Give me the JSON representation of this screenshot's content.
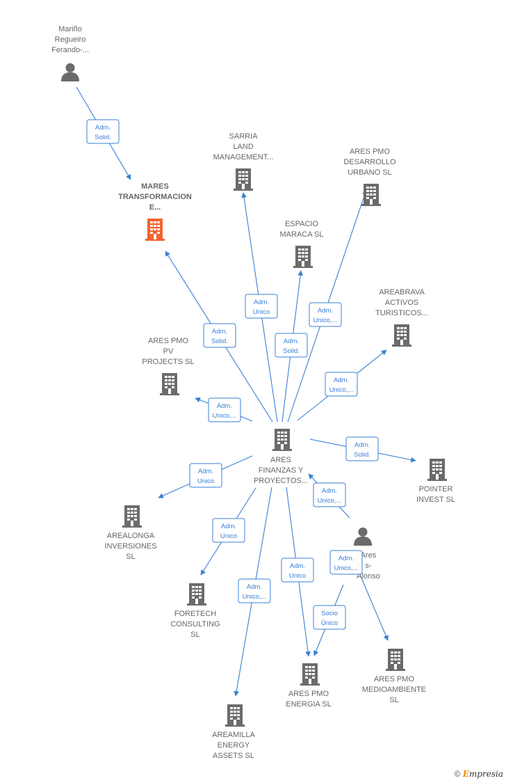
{
  "colors": {
    "edge": "#3a7fd5",
    "company": "#6b6b6b",
    "focus_company": "#f26430",
    "person": "#6b6b6b"
  },
  "nodes": [
    {
      "id": "marino",
      "kind": "person",
      "lines": [
        "Mariño",
        "Regueiro",
        "Ferando-..."
      ]
    },
    {
      "id": "mares",
      "kind": "company-focus",
      "lines": [
        "MARES",
        "TRANSFORMACION",
        "E..."
      ]
    },
    {
      "id": "sarria",
      "kind": "company",
      "lines": [
        "SARRIA",
        "LAND",
        "MANAGEMENT..."
      ]
    },
    {
      "id": "desarrollo",
      "kind": "company",
      "lines": [
        "ARES PMO",
        "DESARROLLO",
        "URBANO  SL"
      ]
    },
    {
      "id": "espacio",
      "kind": "company",
      "lines": [
        "ESPACIO",
        "MARACA  SL"
      ]
    },
    {
      "id": "areabrava",
      "kind": "company",
      "lines": [
        "AREABRAVA",
        "ACTIVOS",
        "TURISTICOS..."
      ]
    },
    {
      "id": "pv",
      "kind": "company",
      "lines": [
        "ARES PMO",
        "PV",
        "PROJECTS  SL"
      ]
    },
    {
      "id": "finanzas",
      "kind": "company",
      "lines": [
        "ARES",
        "FINANZAS Y",
        "PROYECTOS..."
      ]
    },
    {
      "id": "pointer",
      "kind": "company",
      "lines": [
        "POINTER",
        "INVEST  SL"
      ]
    },
    {
      "id": "arealonga",
      "kind": "company",
      "lines": [
        "AREALONGA",
        "INVERSIONES",
        "SL"
      ]
    },
    {
      "id": "person2",
      "kind": "person",
      "lines": [
        "Ares",
        "s-",
        "Alonso"
      ]
    },
    {
      "id": "foretech",
      "kind": "company",
      "lines": [
        "FORETECH",
        "CONSULTING",
        "SL"
      ]
    },
    {
      "id": "energia",
      "kind": "company",
      "lines": [
        "ARES PMO",
        "ENERGIA  SL"
      ]
    },
    {
      "id": "medioambiente",
      "kind": "company",
      "lines": [
        "ARES PMO",
        "MEDIOAMBIENTE",
        "SL"
      ]
    },
    {
      "id": "areamilla",
      "kind": "company",
      "lines": [
        "AREAMILLA",
        "ENERGY",
        "ASSETS  SL"
      ]
    }
  ],
  "edges": [
    {
      "from": "marino",
      "to": "mares",
      "label": [
        "Adm.",
        "Solid."
      ]
    },
    {
      "from": "finanzas",
      "to": "mares",
      "label": [
        "Adm.",
        "Solid."
      ]
    },
    {
      "from": "finanzas",
      "to": "sarria",
      "label": [
        "Adm.",
        "Unico"
      ]
    },
    {
      "from": "finanzas",
      "to": "espacio",
      "label": [
        "Adm.",
        "Solid."
      ]
    },
    {
      "from": "finanzas",
      "to": "desarrollo",
      "label": [
        "Adm.",
        "Unico,..."
      ]
    },
    {
      "from": "finanzas",
      "to": "areabrava",
      "label": [
        "Adm.",
        "Unico,..."
      ]
    },
    {
      "from": "finanzas",
      "to": "pv",
      "label": [
        "Adm.",
        "Unico,..."
      ]
    },
    {
      "from": "finanzas",
      "to": "pointer",
      "label": [
        "Adm.",
        "Solid."
      ]
    },
    {
      "from": "finanzas",
      "to": "arealonga",
      "label": [
        "Adm.",
        "Unico"
      ]
    },
    {
      "from": "person2",
      "to": "finanzas",
      "label": [
        "Adm.",
        "Unico,..."
      ]
    },
    {
      "from": "finanzas",
      "to": "foretech",
      "label": [
        "Adm.",
        "Unico"
      ]
    },
    {
      "from": "finanzas",
      "to": "areamilla",
      "label": [
        "Adm.",
        "Unico,..."
      ]
    },
    {
      "from": "finanzas",
      "to": "energia",
      "label": [
        "Adm.",
        "Unico"
      ]
    },
    {
      "from": "person2",
      "to": "medioambiente",
      "label": [
        "Adm.",
        "Unico,..."
      ]
    },
    {
      "from": "person2",
      "to": "energia",
      "label": [
        "Socio",
        "Único"
      ]
    }
  ],
  "footer": {
    "copyright": "©",
    "brand_initial": "E",
    "brand_rest": "mpresia"
  }
}
